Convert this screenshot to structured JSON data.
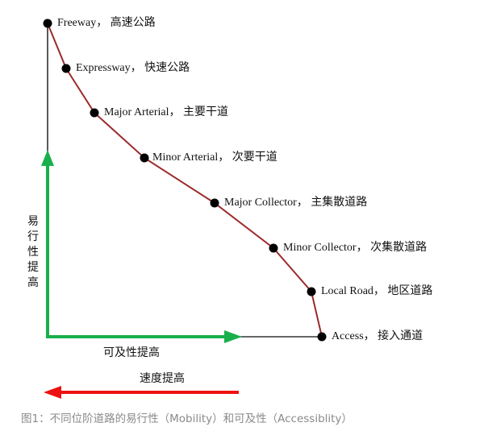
{
  "roads": [
    {
      "en": "Freeway，",
      "zh": "高速公路"
    },
    {
      "en": "Expressway，",
      "zh": "快速公路"
    },
    {
      "en": "Major Arterial，",
      "zh": "主要干道"
    },
    {
      "en": "Minor Arterial，",
      "zh": "次要干道"
    },
    {
      "en": "Major Collector，",
      "zh": "主集散道路"
    },
    {
      "en": "Minor Collector，",
      "zh": "次集散道路"
    },
    {
      "en": "Local Road，",
      "zh": "地区道路"
    },
    {
      "en": "Access，",
      "zh": "接入通道"
    }
  ],
  "axes": {
    "mobility_label": "易行性提高",
    "accessibility_label": "可及性提高",
    "speed_label": "速度提高"
  },
  "caption": "图1：不同位阶道路的易行性（Mobility）和可及性（Accessiblity）",
  "colors": {
    "curve": "#9b2b2b",
    "green": "#19b04b",
    "red": "#ee1111",
    "caption": "#8a8a8a"
  }
}
